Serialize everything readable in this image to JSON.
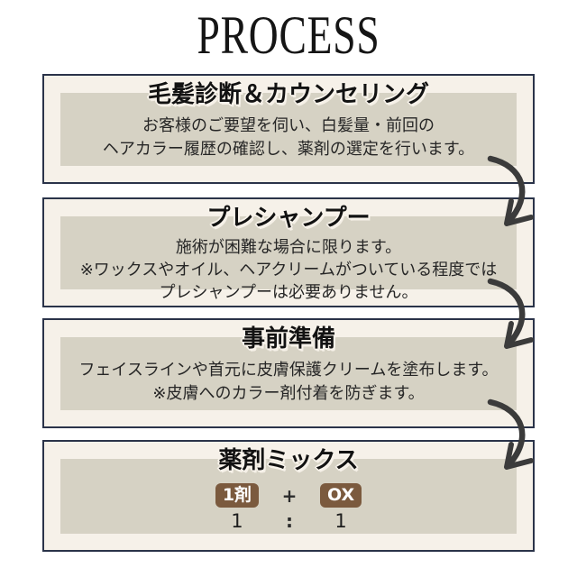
{
  "page": {
    "title": "PROCESS"
  },
  "colors": {
    "background": "#ffffff",
    "box_border": "#2a3349",
    "box_background": "#f6f1e9",
    "panel_background": "#d6d2c4",
    "badge_brown": "#7b5a3e",
    "arrow_gray": "#3b3b3b",
    "text_dark": "#262626"
  },
  "icons": {
    "flow_arrow": "curved-arrow-down-left"
  },
  "steps": [
    {
      "title": "毛髪診断＆カウンセリング",
      "lines": [
        "お客様のご要望を伺い、白髪量・前回の",
        "ヘアカラー履歴の確認し、薬剤の選定を行います。"
      ]
    },
    {
      "title": "プレシャンプー",
      "lines": [
        "施術が困難な場合に限ります。",
        "※ワックスやオイル、ヘアクリームがついている程度では",
        "プレシャンプーは必要ありません。"
      ]
    },
    {
      "title": "事前準備",
      "lines": [
        "フェイスラインや首元に皮膚保護クリームを塗布します。",
        "※皮膚へのカラー剤付着を防ぎます。"
      ]
    },
    {
      "title": "薬剤ミックス",
      "mix": {
        "agent1_label": "1剤",
        "plus": "+",
        "agent2_label": "OX",
        "agent1_ratio": "1",
        "colon": ":",
        "agent2_ratio": "1"
      }
    }
  ]
}
